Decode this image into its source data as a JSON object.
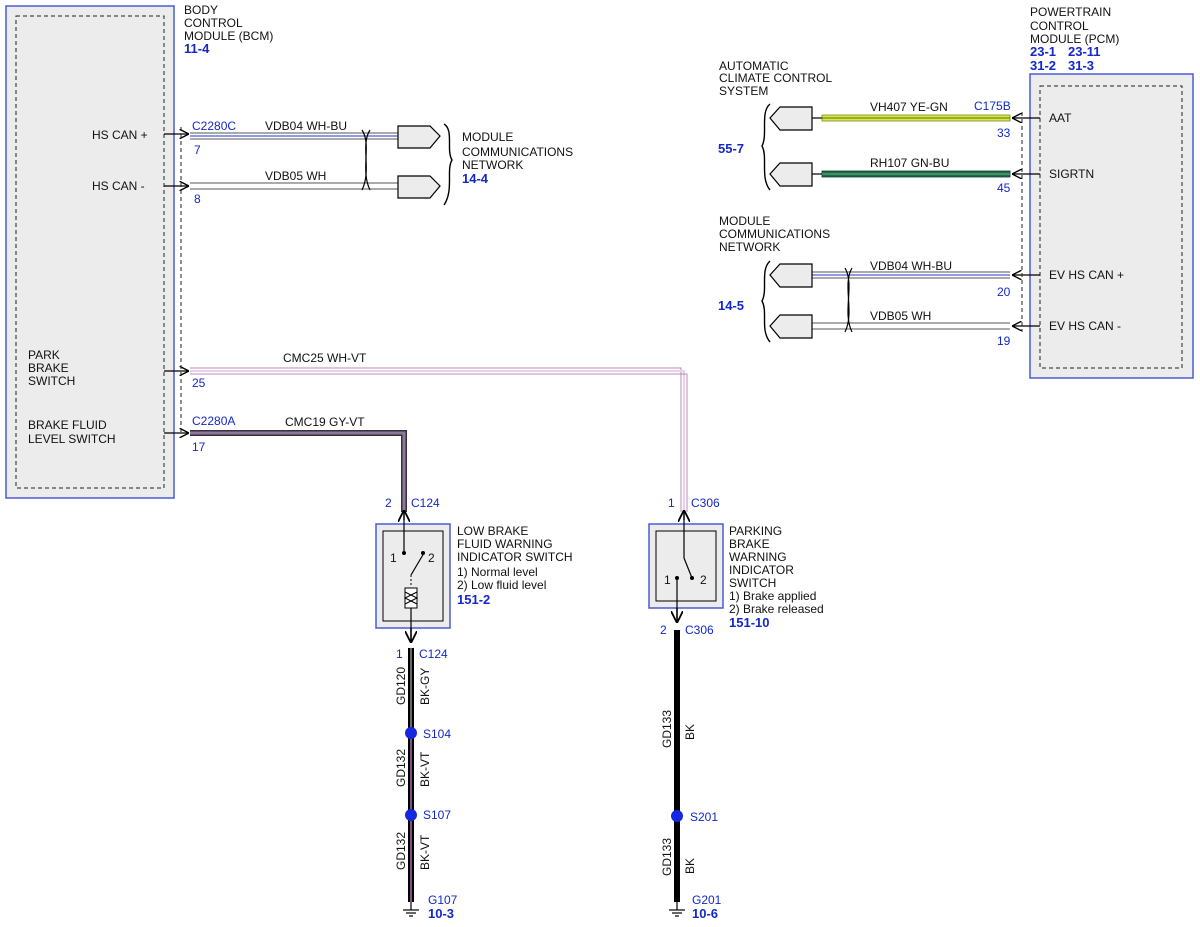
{
  "bcm": {
    "title": [
      "BODY",
      "CONTROL",
      "MODULE (BCM)"
    ],
    "ref": "11-4",
    "pins": {
      "hs_can_plus": "HS CAN +",
      "hs_can_minus": "HS CAN -",
      "park_brake": [
        "PARK",
        "BRAKE",
        "SWITCH"
      ],
      "brake_fluid": [
        "BRAKE FLUID",
        "LEVEL SWITCH"
      ]
    },
    "connectors": {
      "c2280c": "C2280C",
      "c2280a": "C2280A"
    },
    "pin_numbers": {
      "p7": "7",
      "p8": "8",
      "p25": "25",
      "p17": "17"
    }
  },
  "bcm_network": {
    "label": [
      "MODULE",
      "COMMUNICATIONS",
      "NETWORK"
    ],
    "ref": "14-4",
    "wire1": "VDB04  WH-BU",
    "wire2": "VDB05  WH"
  },
  "pcm": {
    "title": [
      "POWERTRAIN",
      "CONTROL",
      "MODULE (PCM)"
    ],
    "refs": [
      "23-1",
      "23-11",
      "31-2",
      "31-3"
    ],
    "connector": "C175B",
    "pins": {
      "aat": "AAT",
      "sigrtn": "SIGRTN",
      "ev_hs_can_plus": "EV HS CAN +",
      "ev_hs_can_minus": "EV HS CAN -"
    },
    "pin_numbers": {
      "p33": "33",
      "p45": "45",
      "p20": "20",
      "p19": "19"
    }
  },
  "climate": {
    "label": [
      "AUTOMATIC",
      "CLIMATE CONTROL",
      "SYSTEM"
    ],
    "ref": "55-7",
    "wire1": "VH407  YE-GN",
    "wire2": "RH107  GN-BU"
  },
  "pcm_network": {
    "label": [
      "MODULE",
      "COMMUNICATIONS",
      "NETWORK"
    ],
    "ref": "14-5",
    "wire1": "VDB04  WH-BU",
    "wire2": "VDB05  WH"
  },
  "wires": {
    "cmc25": "CMC25  WH-VT",
    "cmc19": "CMC19  GY-VT"
  },
  "low_brake_switch": {
    "label": [
      "LOW BRAKE",
      "FLUID WARNING",
      "INDICATOR SWITCH"
    ],
    "states": [
      "1) Normal level",
      "2) Low fluid level"
    ],
    "ref": "151-2",
    "connector_top": "C124",
    "connector_bottom": "C124",
    "pin_top": "2",
    "pin_bottom": "1",
    "sw1": "1",
    "sw2": "2"
  },
  "parking_switch": {
    "label": [
      "PARKING",
      "BRAKE",
      "WARNING",
      "INDICATOR",
      "SWITCH"
    ],
    "states": [
      "1) Brake applied",
      "2) Brake released"
    ],
    "ref": "151-10",
    "connector_top": "C306",
    "connector_bottom": "C306",
    "pin_top": "1",
    "pin_bottom": "2",
    "sw1": "1",
    "sw2": "2"
  },
  "left_ground": {
    "wire1_circuit": "GD120",
    "wire1_color": "BK-GY",
    "splice1": "S104",
    "wire2_circuit": "GD132",
    "wire2_color": "BK-VT",
    "splice2": "S107",
    "wire3_circuit": "GD132",
    "wire3_color": "BK-VT",
    "ground": "G107",
    "ground_ref": "10-3"
  },
  "right_ground": {
    "wire1_circuit": "GD133",
    "wire1_color": "BK",
    "splice": "S201",
    "wire2_circuit": "GD133",
    "wire2_color": "BK",
    "ground": "G201",
    "ground_ref": "10-6"
  },
  "colors": {
    "module_border": "#4b5bd6",
    "module_fill": "#ececec",
    "pin_blue": "#1428c8",
    "wire_ye_gn": "#d8e84a",
    "wire_gn_bu": "#1f6b4a",
    "wire_gy_vt": "#8a7a96",
    "wire_wh_vt": "#c9a6c9",
    "wire_bk": "#000000"
  }
}
